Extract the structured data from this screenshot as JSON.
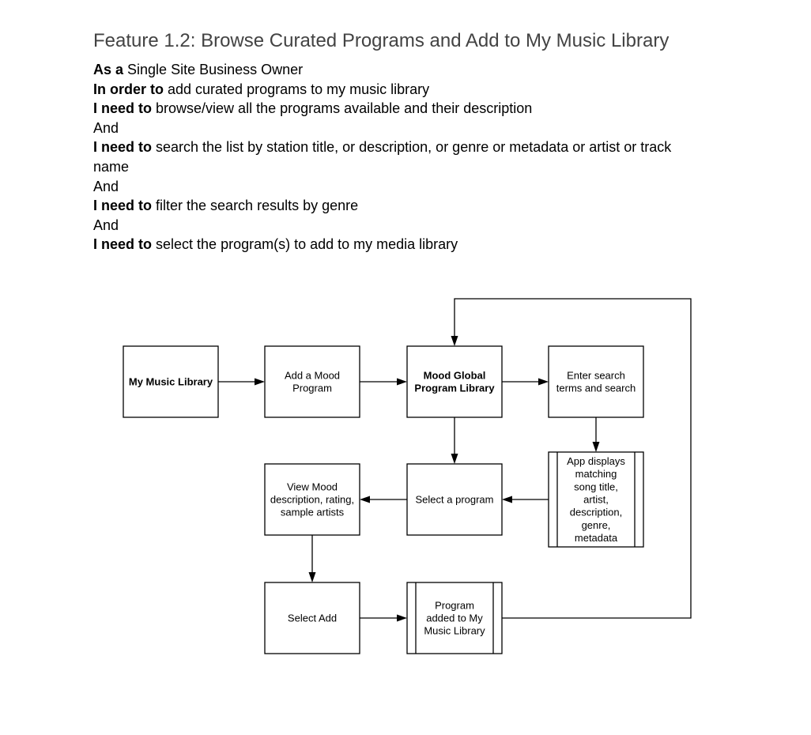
{
  "document": {
    "title": "Feature 1.2: Browse Curated Programs and Add to My Music Library"
  },
  "story": {
    "lines": [
      {
        "keyword": "As a",
        "text": " Single Site Business Owner"
      },
      {
        "keyword": "In order to",
        "text": " add curated programs to my music library"
      },
      {
        "keyword": "I need to",
        "text": " browse/view all the programs available and their description"
      },
      {
        "keyword": "",
        "text": "And"
      },
      {
        "keyword": "I need to",
        "text": " search the list by station title, or description, or genre or metadata or artist or track name"
      },
      {
        "keyword": "",
        "text": "And"
      },
      {
        "keyword": "I need to",
        "text": " filter the search results by genre"
      },
      {
        "keyword": "",
        "text": "And"
      },
      {
        "keyword": "I need to",
        "text": " select the program(s) to add to my media library"
      }
    ]
  },
  "flowchart": {
    "nodes": {
      "my_music_library": {
        "lines": [
          "My Music Library"
        ],
        "bold": true,
        "kind": "process"
      },
      "add_mood_program": {
        "lines": [
          "Add a Mood",
          "Program"
        ],
        "bold": false,
        "kind": "process"
      },
      "mood_global_library": {
        "lines": [
          "Mood Global",
          "Program Library"
        ],
        "bold": true,
        "kind": "process"
      },
      "enter_search": {
        "lines": [
          "Enter search",
          "terms and search"
        ],
        "bold": false,
        "kind": "process"
      },
      "app_displays": {
        "lines": [
          "App displays",
          "matching",
          "song title,",
          "artist,",
          "description,",
          "genre,",
          "metadata"
        ],
        "bold": false,
        "kind": "predefined-process"
      },
      "select_program": {
        "lines": [
          "Select a program"
        ],
        "bold": false,
        "kind": "process"
      },
      "view_mood": {
        "lines": [
          "View Mood",
          "description, rating,",
          "sample artists"
        ],
        "bold": false,
        "kind": "process"
      },
      "select_add": {
        "lines": [
          "Select Add"
        ],
        "bold": false,
        "kind": "process"
      },
      "program_added": {
        "lines": [
          "Program",
          "added to My",
          "Music Library"
        ],
        "bold": false,
        "kind": "predefined-process"
      }
    },
    "edges": [
      {
        "from": "my_music_library",
        "to": "add_mood_program"
      },
      {
        "from": "add_mood_program",
        "to": "mood_global_library"
      },
      {
        "from": "mood_global_library",
        "to": "enter_search"
      },
      {
        "from": "enter_search",
        "to": "app_displays"
      },
      {
        "from": "mood_global_library",
        "to": "select_program"
      },
      {
        "from": "app_displays",
        "to": "select_program"
      },
      {
        "from": "select_program",
        "to": "view_mood"
      },
      {
        "from": "view_mood",
        "to": "select_add"
      },
      {
        "from": "select_add",
        "to": "program_added"
      },
      {
        "from": "program_added",
        "to": "mood_global_library"
      }
    ]
  }
}
